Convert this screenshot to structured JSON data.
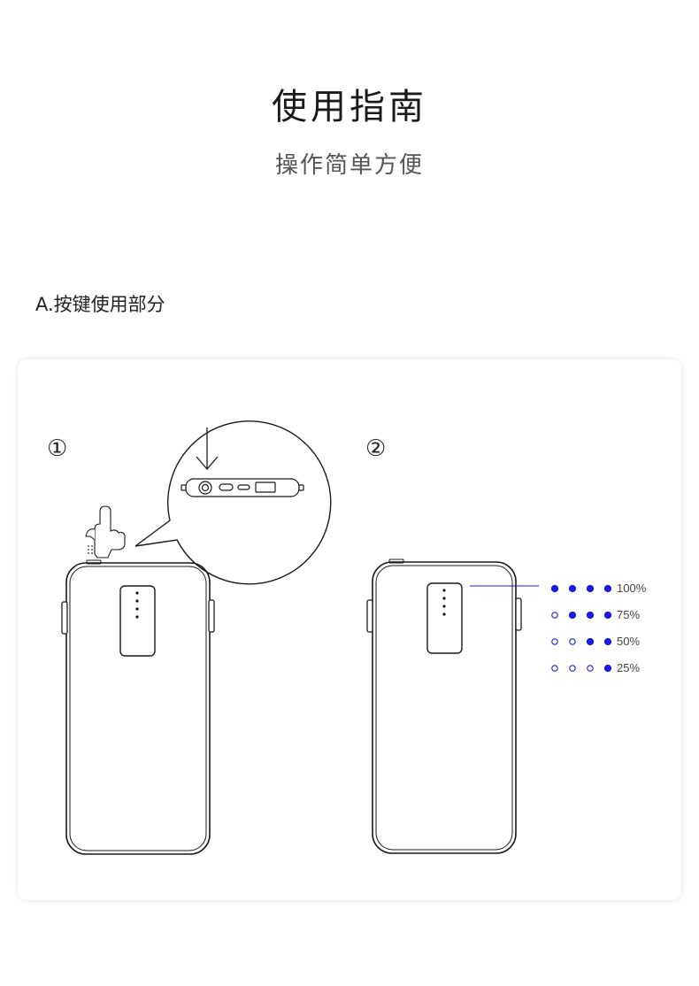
{
  "header": {
    "title": "使用指南",
    "subtitle": "操作简单方便"
  },
  "section": {
    "label": "A.按键使用部分"
  },
  "steps": [
    "①",
    "②"
  ],
  "battery_levels": [
    {
      "label": "100%",
      "lit": 4
    },
    {
      "label": "75%",
      "lit": 3
    },
    {
      "label": "50%",
      "lit": 2
    },
    {
      "label": "25%",
      "lit": 1
    }
  ],
  "colors": {
    "accent": "#1a1ae6",
    "line": "#1a1a1a",
    "card_shadow": "#dddddd"
  },
  "icons": [
    "hand-press-icon",
    "arrow-down-icon",
    "power-bank-icon"
  ]
}
